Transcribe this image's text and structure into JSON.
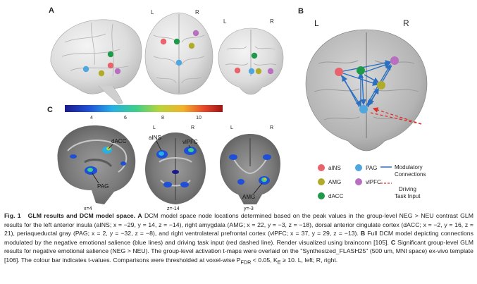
{
  "panels": {
    "a": {
      "letter": "A",
      "dorsal_left": "L",
      "dorsal_right": "R",
      "frontal_left": "L",
      "frontal_right": "R"
    },
    "b": {
      "letter": "B",
      "left": "L",
      "right": "R"
    },
    "c": {
      "letter": "C",
      "colorbar_ticks": [
        "4",
        "6",
        "8",
        "10"
      ],
      "sagittal_labels": [
        "dACC",
        "PAG"
      ],
      "axial_labels": [
        "aINS",
        "vlPFC",
        "L",
        "R"
      ],
      "coronal_labels": [
        "AMG",
        "L",
        "R"
      ],
      "slice_labels": [
        "x=4",
        "z=-14",
        "y=-3"
      ]
    }
  },
  "legend": {
    "nodes": [
      {
        "label": "aINS",
        "color": "#e8636b"
      },
      {
        "label": "PAG",
        "color": "#4fa7df"
      },
      {
        "label": "AMG",
        "color": "#b0ac2a"
      },
      {
        "label": "vlPFC",
        "color": "#b86fc0"
      },
      {
        "label": "dACC",
        "color": "#1e9a4a"
      }
    ],
    "modulatory_line1": "Modulatory",
    "modulatory_line2": "Connections",
    "driving_line1": "Driving",
    "driving_line2": "Task Input"
  },
  "caption": {
    "fig_label": "Fig. 1",
    "fig_title": "GLM results and DCM model space.",
    "a_letter": "A",
    "a_text": " DCM model space node locations determined based on the peak values in the group-level NEG > NEU contrast GLM results for the left anterior insula (aINS; x = −29, y = 14, z = −14), right amygdala (AMG; x = 22, y = −3, z = −18), dorsal anterior cingulate cortex (dACC; x = −2, y = 16, z = 21), periaqueductal gray (PAG; x = 2, y = −32, z = −8), and right ventrolateral prefrontal cortex (vlPFC; x = 37, y = 29, z = −13).",
    "b_letter": "B",
    "b_text": " Full DCM model depicting connections modulated by the negative emotional salience (blue lines) and driving task input (red dashed line). Render visualized using brainconn [105].",
    "c_letter": "C",
    "c_text": " Significant group-level GLM results for negative emotional salience (NEG > NEU). The group-level activation t-maps were overlaid on the \"Synthesized_FLASH25\" (500 um, MNI space) ex-vivo template [106]. The colour bar indicates t-values. Comparisons were thresholded at voxel-wise P",
    "fdr_sub": "FDR",
    "c_text2": " < 0.05, K",
    "e_sub": "E",
    "c_text3": " ≥ 10. L, left; R, right."
  }
}
